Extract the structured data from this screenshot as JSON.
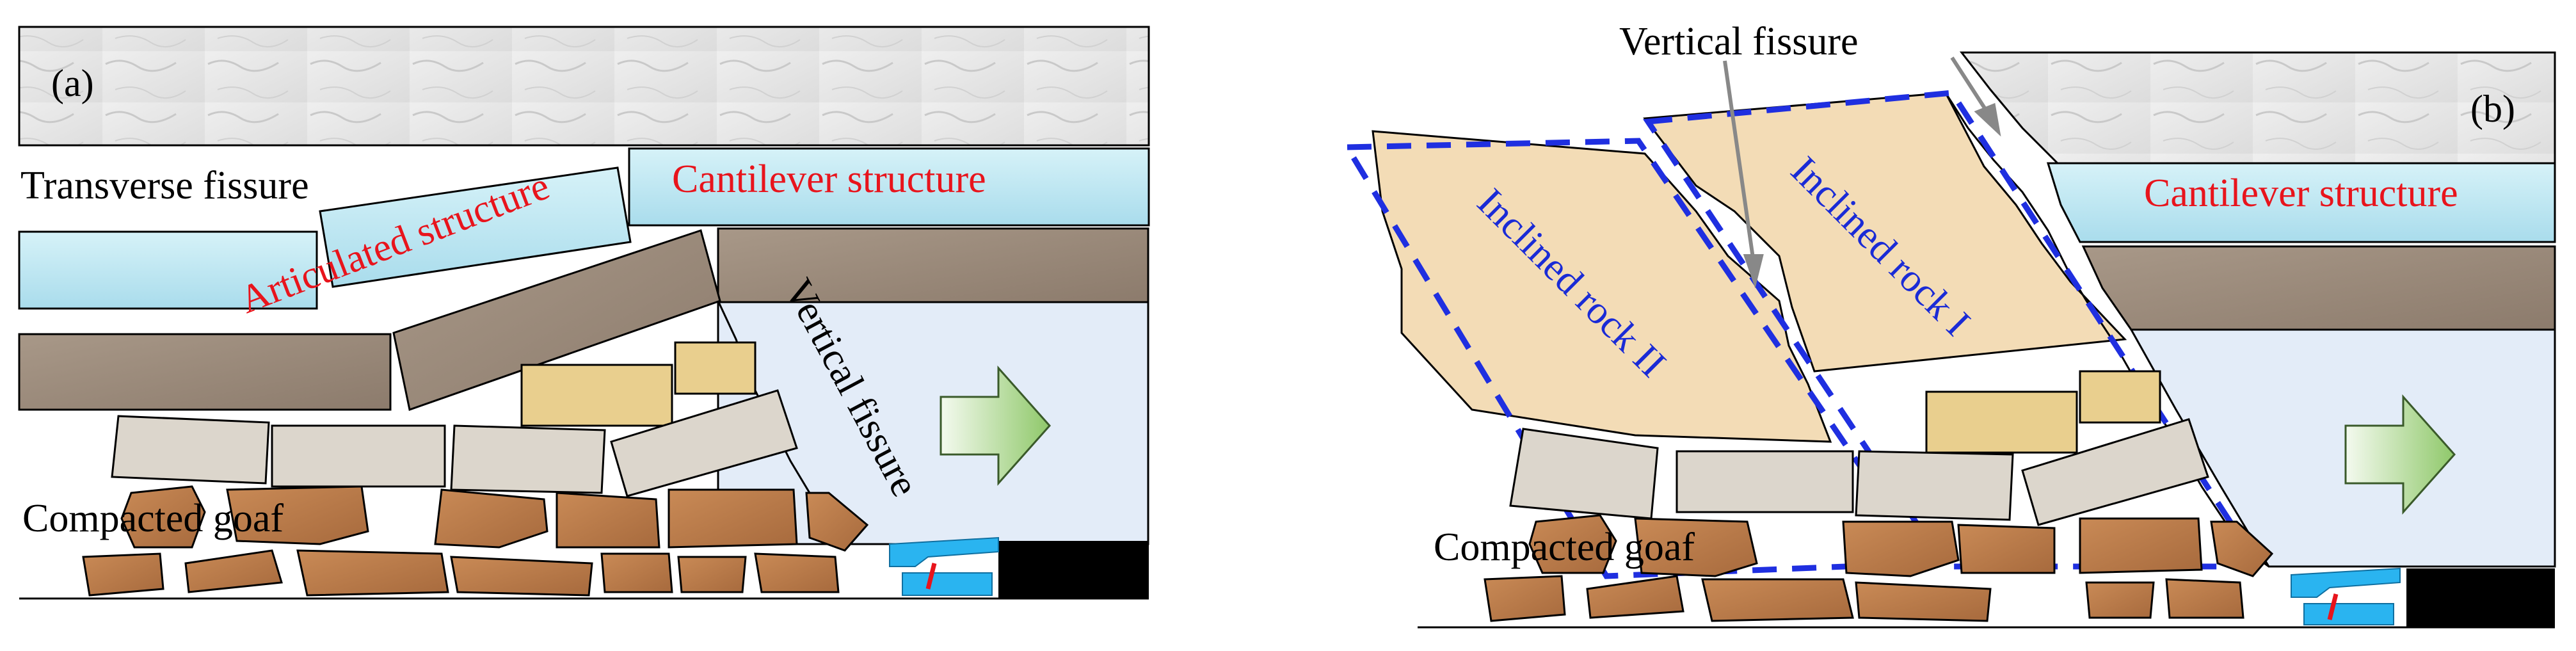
{
  "panel_a": {
    "panel_label": "(a)",
    "transverse_fissure": "Transverse fissure",
    "articulated_structure": "Articulated structure",
    "cantilever_structure": "Cantilever structure",
    "vertical_fissure": "Vertical fissure",
    "compacted_goaf": "Compacted goaf"
  },
  "panel_b": {
    "panel_label": "(b)",
    "vertical_fissure": "Vertical fissure",
    "cantilever_structure": "Cantilever structure",
    "inclined_rock_1": "Inclined rock I",
    "inclined_rock_2": "Inclined rock II",
    "compacted_goaf": "Compacted goaf"
  },
  "colors": {
    "label_red": "#e8141c",
    "label_blue": "#1a2bd6",
    "dashed_outline": "#1f2fe0",
    "marble": "#e6e6e6",
    "cyan_stratum": "#bfe8f3",
    "brown_stratum": "#9a8a7c",
    "light_blue_zone": "#e3ecf8",
    "inclined_rock_fill": "#f3dcb6",
    "sand_block": "#e9cf8e",
    "grey_block": "#dcd6cc",
    "goaf_block": "#b8794a",
    "arrow_green": "#9fd17a",
    "support_blue": "#2ab4f0"
  },
  "icons": [
    "advance-arrow-icon",
    "hydraulic-support-icon",
    "coal-seam-block"
  ]
}
